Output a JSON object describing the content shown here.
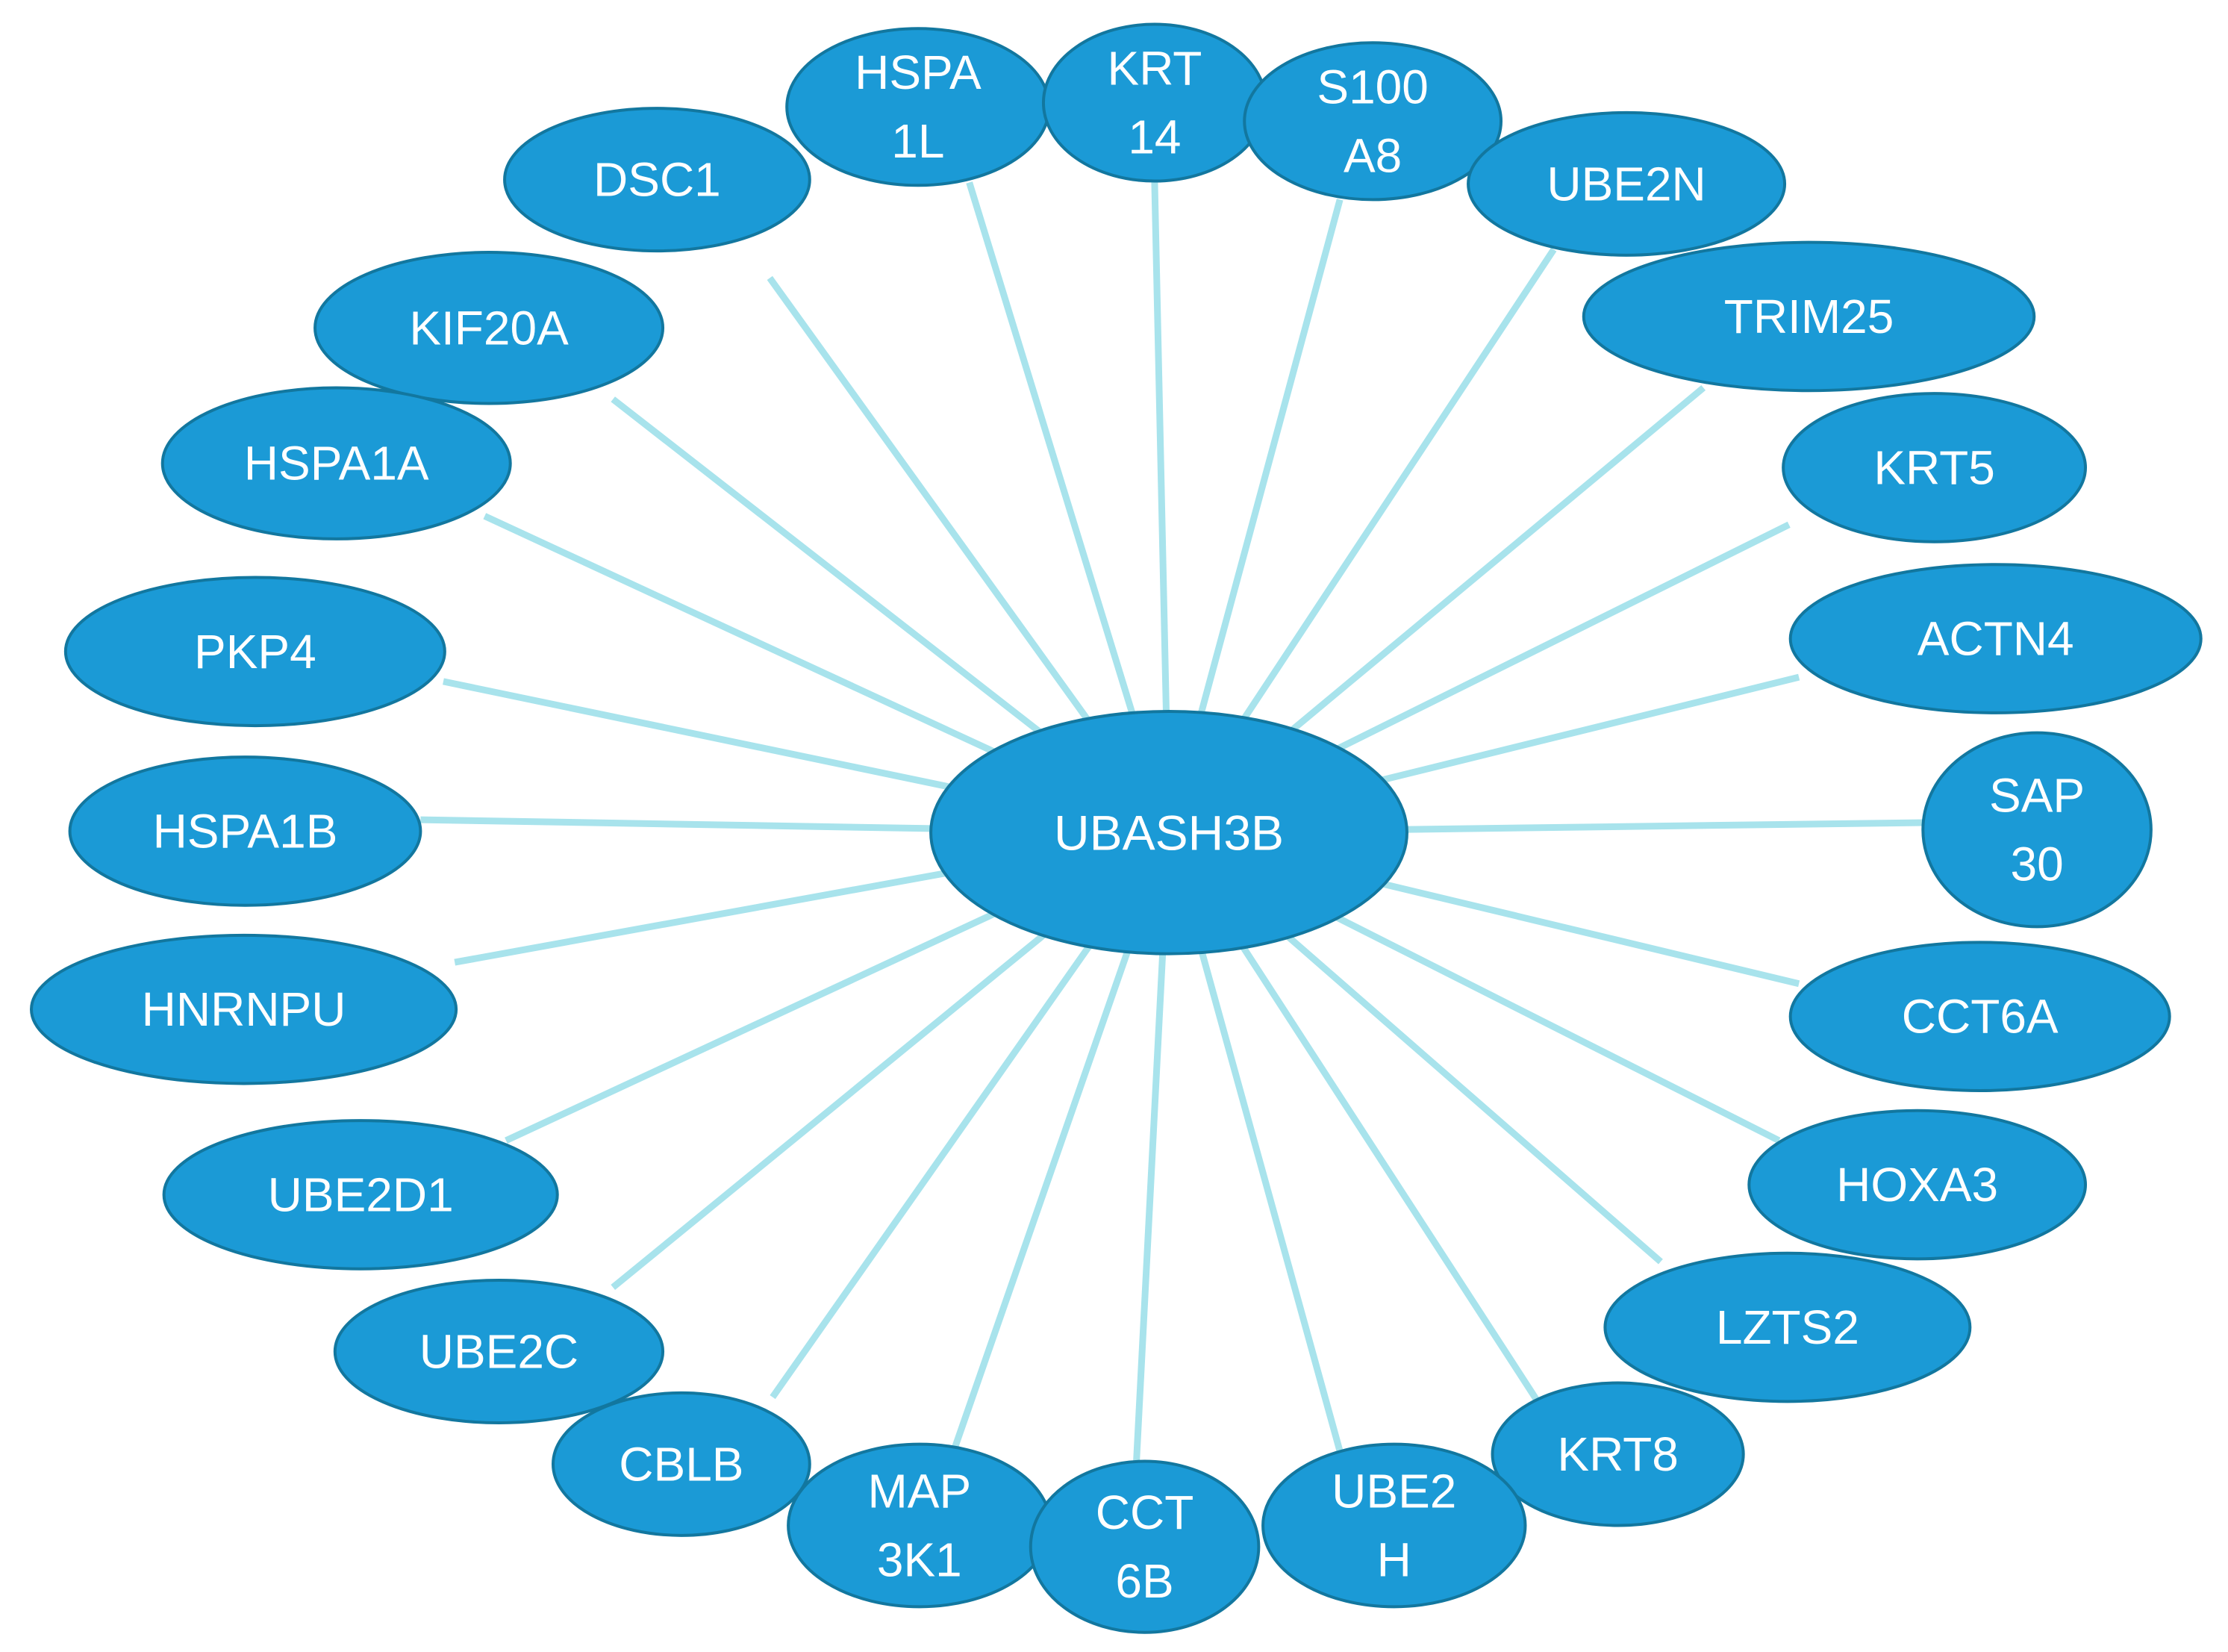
{
  "colors": {
    "node_fill": "#1B9AD6",
    "node_stroke": "#12779f",
    "edge": "#A8E3EC",
    "label": "#FFFFFF"
  },
  "center": {
    "label": [
      "UBASH3B"
    ]
  },
  "nodes": [
    {
      "id": "dsc1",
      "label": [
        "DSC1"
      ]
    },
    {
      "id": "hspa1l",
      "label": [
        "HSPA",
        "1L"
      ]
    },
    {
      "id": "krt14",
      "label": [
        "KRT",
        "14"
      ]
    },
    {
      "id": "s100a8",
      "label": [
        "S100",
        "A8"
      ]
    },
    {
      "id": "ube2n",
      "label": [
        "UBE2N"
      ]
    },
    {
      "id": "trim25",
      "label": [
        "TRIM25"
      ]
    },
    {
      "id": "kif20a",
      "label": [
        "KIF20A"
      ]
    },
    {
      "id": "hspa1a",
      "label": [
        "HSPA1A"
      ]
    },
    {
      "id": "krt5",
      "label": [
        "KRT5"
      ]
    },
    {
      "id": "actn4",
      "label": [
        "ACTN4"
      ]
    },
    {
      "id": "pkp4",
      "label": [
        "PKP4"
      ]
    },
    {
      "id": "sap30",
      "label": [
        "SAP",
        "30"
      ]
    },
    {
      "id": "hspa1b",
      "label": [
        "HSPA1B"
      ]
    },
    {
      "id": "hnrnpu",
      "label": [
        "HNRNPU"
      ]
    },
    {
      "id": "cct6a",
      "label": [
        "CCT6A"
      ]
    },
    {
      "id": "ube2d1",
      "label": [
        "UBE2D1"
      ]
    },
    {
      "id": "hoxa3",
      "label": [
        "HOXA3"
      ]
    },
    {
      "id": "lzts2",
      "label": [
        "LZTS2"
      ]
    },
    {
      "id": "ube2c",
      "label": [
        "UBE2C"
      ]
    },
    {
      "id": "cblb",
      "label": [
        "CBLB"
      ]
    },
    {
      "id": "krt8",
      "label": [
        "KRT8"
      ]
    },
    {
      "id": "map3k1",
      "label": [
        "MAP",
        "3K1"
      ]
    },
    {
      "id": "cct6b",
      "label": [
        "CCT",
        "6B"
      ]
    },
    {
      "id": "ube2h",
      "label": [
        "UBE2",
        "H"
      ]
    }
  ]
}
